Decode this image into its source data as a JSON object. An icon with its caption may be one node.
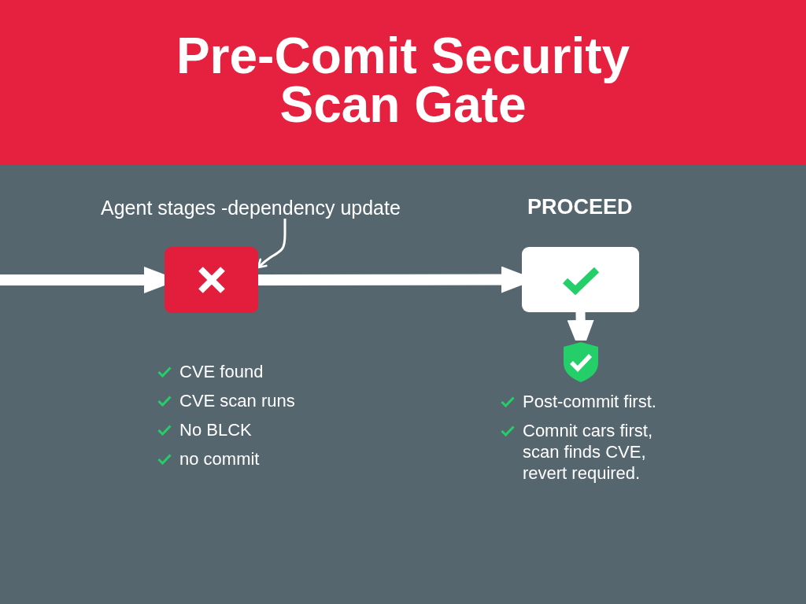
{
  "diagram": {
    "title": "Pre-Comit Security Scan Gate",
    "nodes": [
      {
        "text": [
          "Agent stages -dependency update"
        ]
      },
      {
        "text": [],
        "shape": "box"
      },
      {
        "text": [],
        "shape": "box",
        "beside": [
          "PROCEED"
        ]
      },
      {
        "text": [],
        "shape": "shield"
      }
    ],
    "edges": [
      {
        "from": null,
        "to": 1,
        "arrow": "to"
      },
      {
        "from": 1,
        "to": 2,
        "arrow": "to"
      },
      {
        "from": 2,
        "to": 3,
        "arrow": "to"
      },
      {
        "from": 0,
        "to": 1,
        "arrow": "to"
      }
    ],
    "labels": [
      "CVE found",
      "CVE scan runs",
      "No BLCK",
      "no commit",
      "Post-commit first.",
      "Comnit cars first, scan finds CVE, revert required."
    ]
  }
}
